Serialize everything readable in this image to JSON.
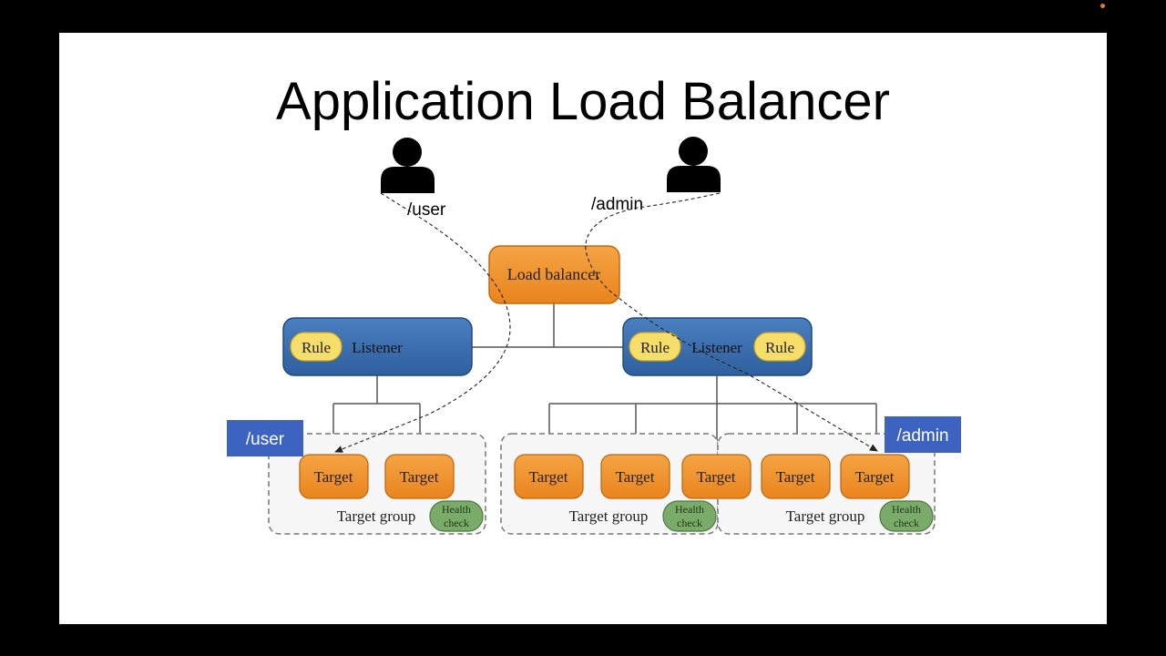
{
  "slide": {
    "title": "Application Load Balancer"
  },
  "users": {
    "user_path_label": "/user",
    "admin_path_label": "/admin"
  },
  "diagram": {
    "load_balancer_label": "Load balancer",
    "listener_label": "Listener",
    "rule_label": "Rule",
    "target_label": "Target",
    "target_group_label": "Target group",
    "health_check_line1": "Health",
    "health_check_line2": "check"
  },
  "callouts": {
    "user_label": "/user",
    "admin_label": "/admin"
  },
  "colors": {
    "orange": "#f0922b",
    "blue": "#3b6fae",
    "yellow": "#f7dd6a",
    "green": "#7bab6a",
    "callout_blue": "#3d63c0"
  }
}
